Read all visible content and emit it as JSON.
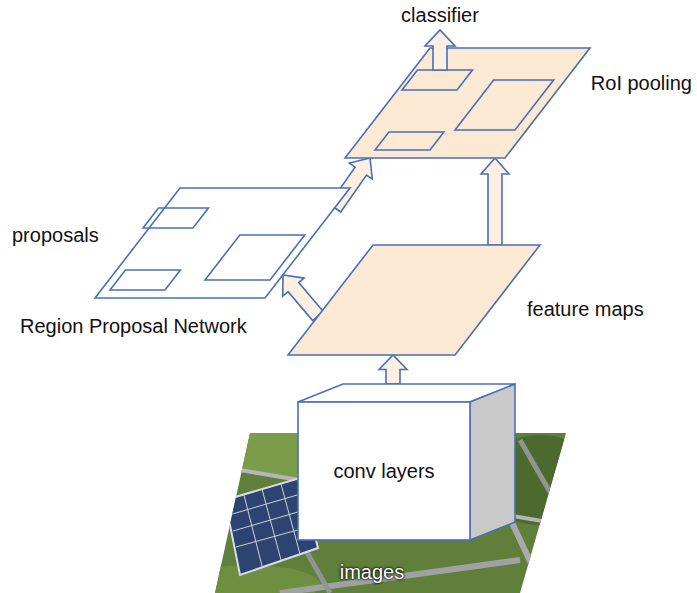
{
  "diagram": {
    "nodes": [
      {
        "text": [
          "RoI pooling"
        ]
      },
      {
        "text": [
          "proposals"
        ]
      },
      {
        "text": [
          "feature maps"
        ]
      },
      {
        "text": [
          "conv layers"
        ]
      },
      {
        "text": [
          "images"
        ]
      }
    ],
    "edges": [
      {
        "from": 3,
        "to": 2,
        "arrow": "to"
      },
      {
        "from": 2,
        "to": 1,
        "label": "Region Proposal Network",
        "arrow": "to"
      },
      {
        "from": 1,
        "to": 0,
        "arrow": "to"
      },
      {
        "from": 2,
        "to": 0,
        "arrow": "to"
      }
    ],
    "labels": [
      "classifier"
    ]
  }
}
